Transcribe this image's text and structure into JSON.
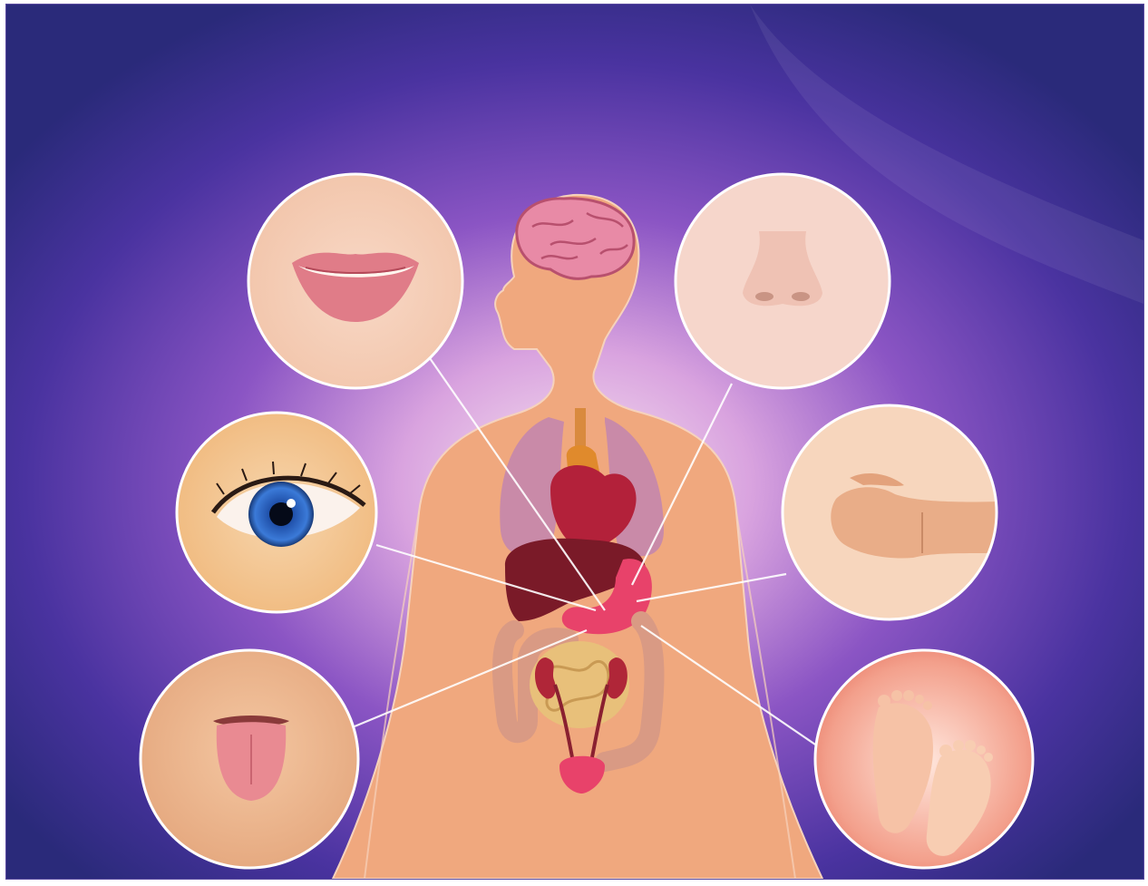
{
  "image": {
    "subject": "human-body-organ-illustration",
    "palette": {
      "background_dark": "#2a2a80",
      "background_glow": "#b37ad6",
      "body": "#f0a87e",
      "brain": "#e88aa6",
      "lungs": "#c98aa8",
      "heart": "#b3213a",
      "liver": "#7a1a28",
      "stomach": "#e8426a",
      "intestine": "#d99a84",
      "kidneys": "#b02638",
      "circle_border": "#ffffff"
    },
    "insets": [
      {
        "name": "mouth",
        "icon": "lips-icon"
      },
      {
        "name": "nose",
        "icon": "nose-icon"
      },
      {
        "name": "eye",
        "icon": "eye-icon"
      },
      {
        "name": "wrist",
        "icon": "hand-icon"
      },
      {
        "name": "tongue",
        "icon": "tongue-icon"
      },
      {
        "name": "feet",
        "icon": "feet-icon"
      }
    ]
  }
}
